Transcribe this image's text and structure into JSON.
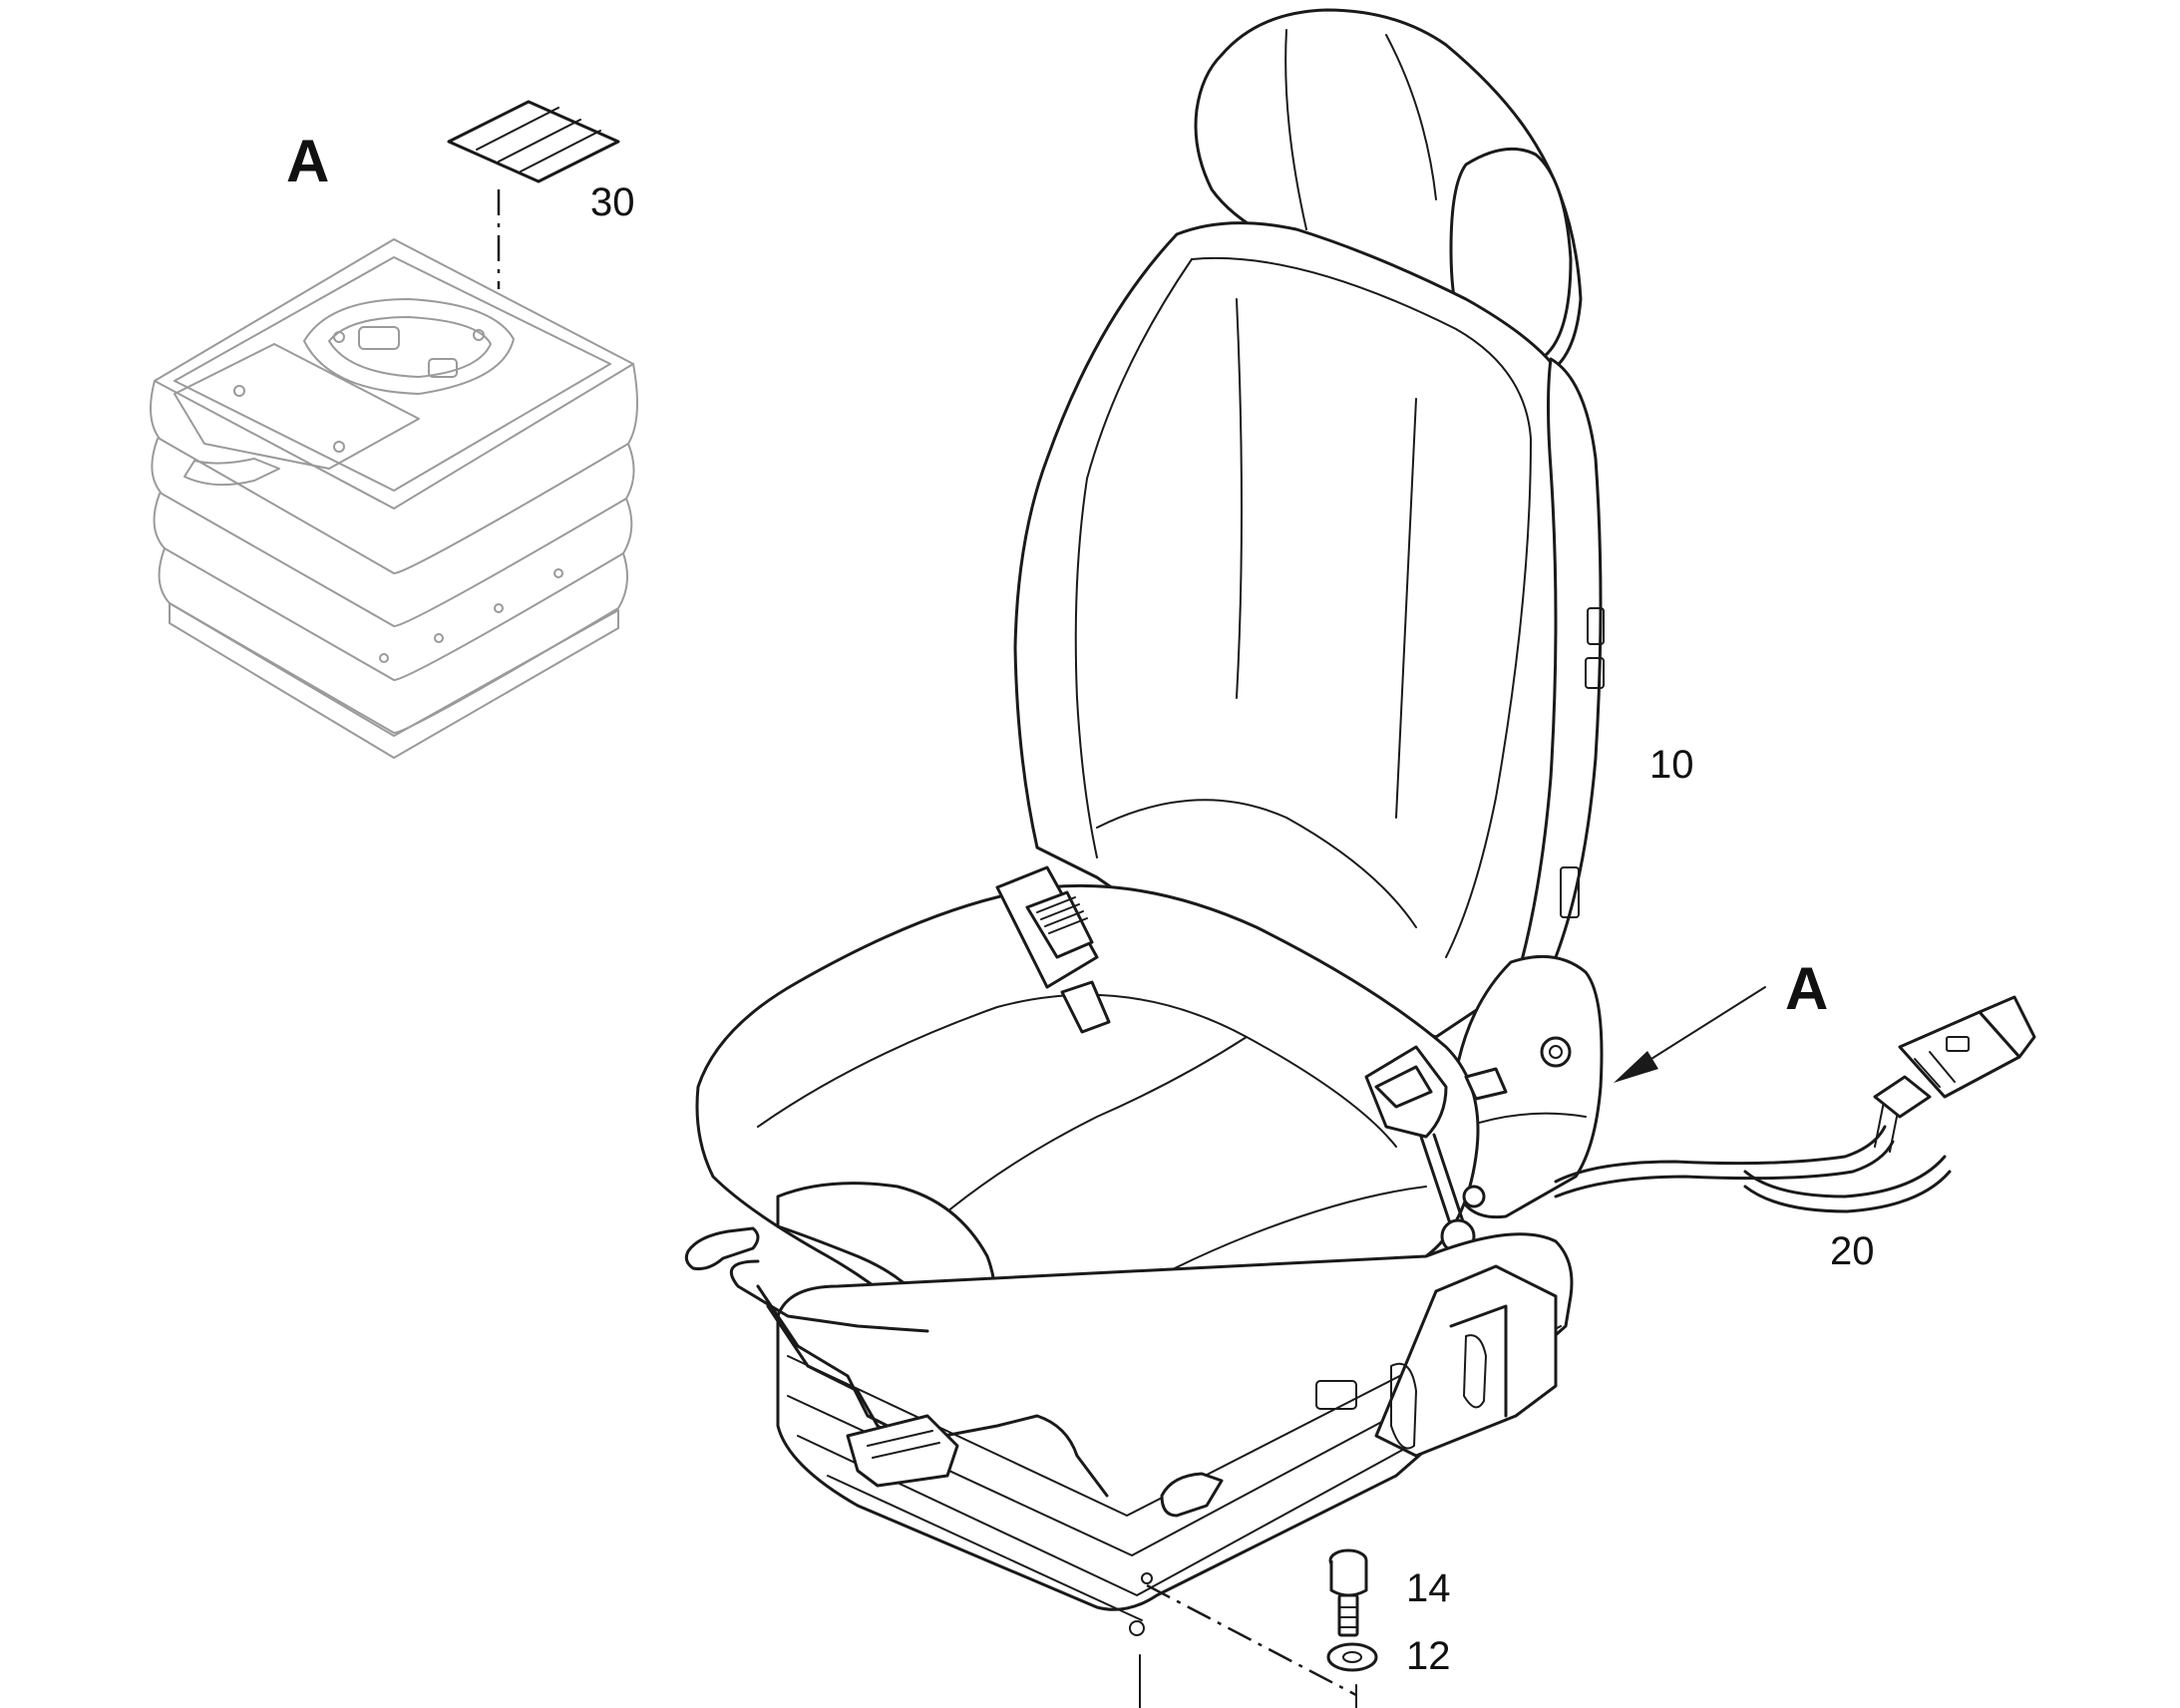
{
  "view_labels": {
    "detail_view": "A",
    "arrow_marker": "A"
  },
  "callouts": {
    "seat": "10",
    "harness": "20",
    "label_plate": "30",
    "bolt": "14",
    "washer": "12"
  },
  "colors": {
    "line": "#1a1a1a",
    "ghost_line": "#9a9a9a",
    "background": "#ffffff"
  }
}
